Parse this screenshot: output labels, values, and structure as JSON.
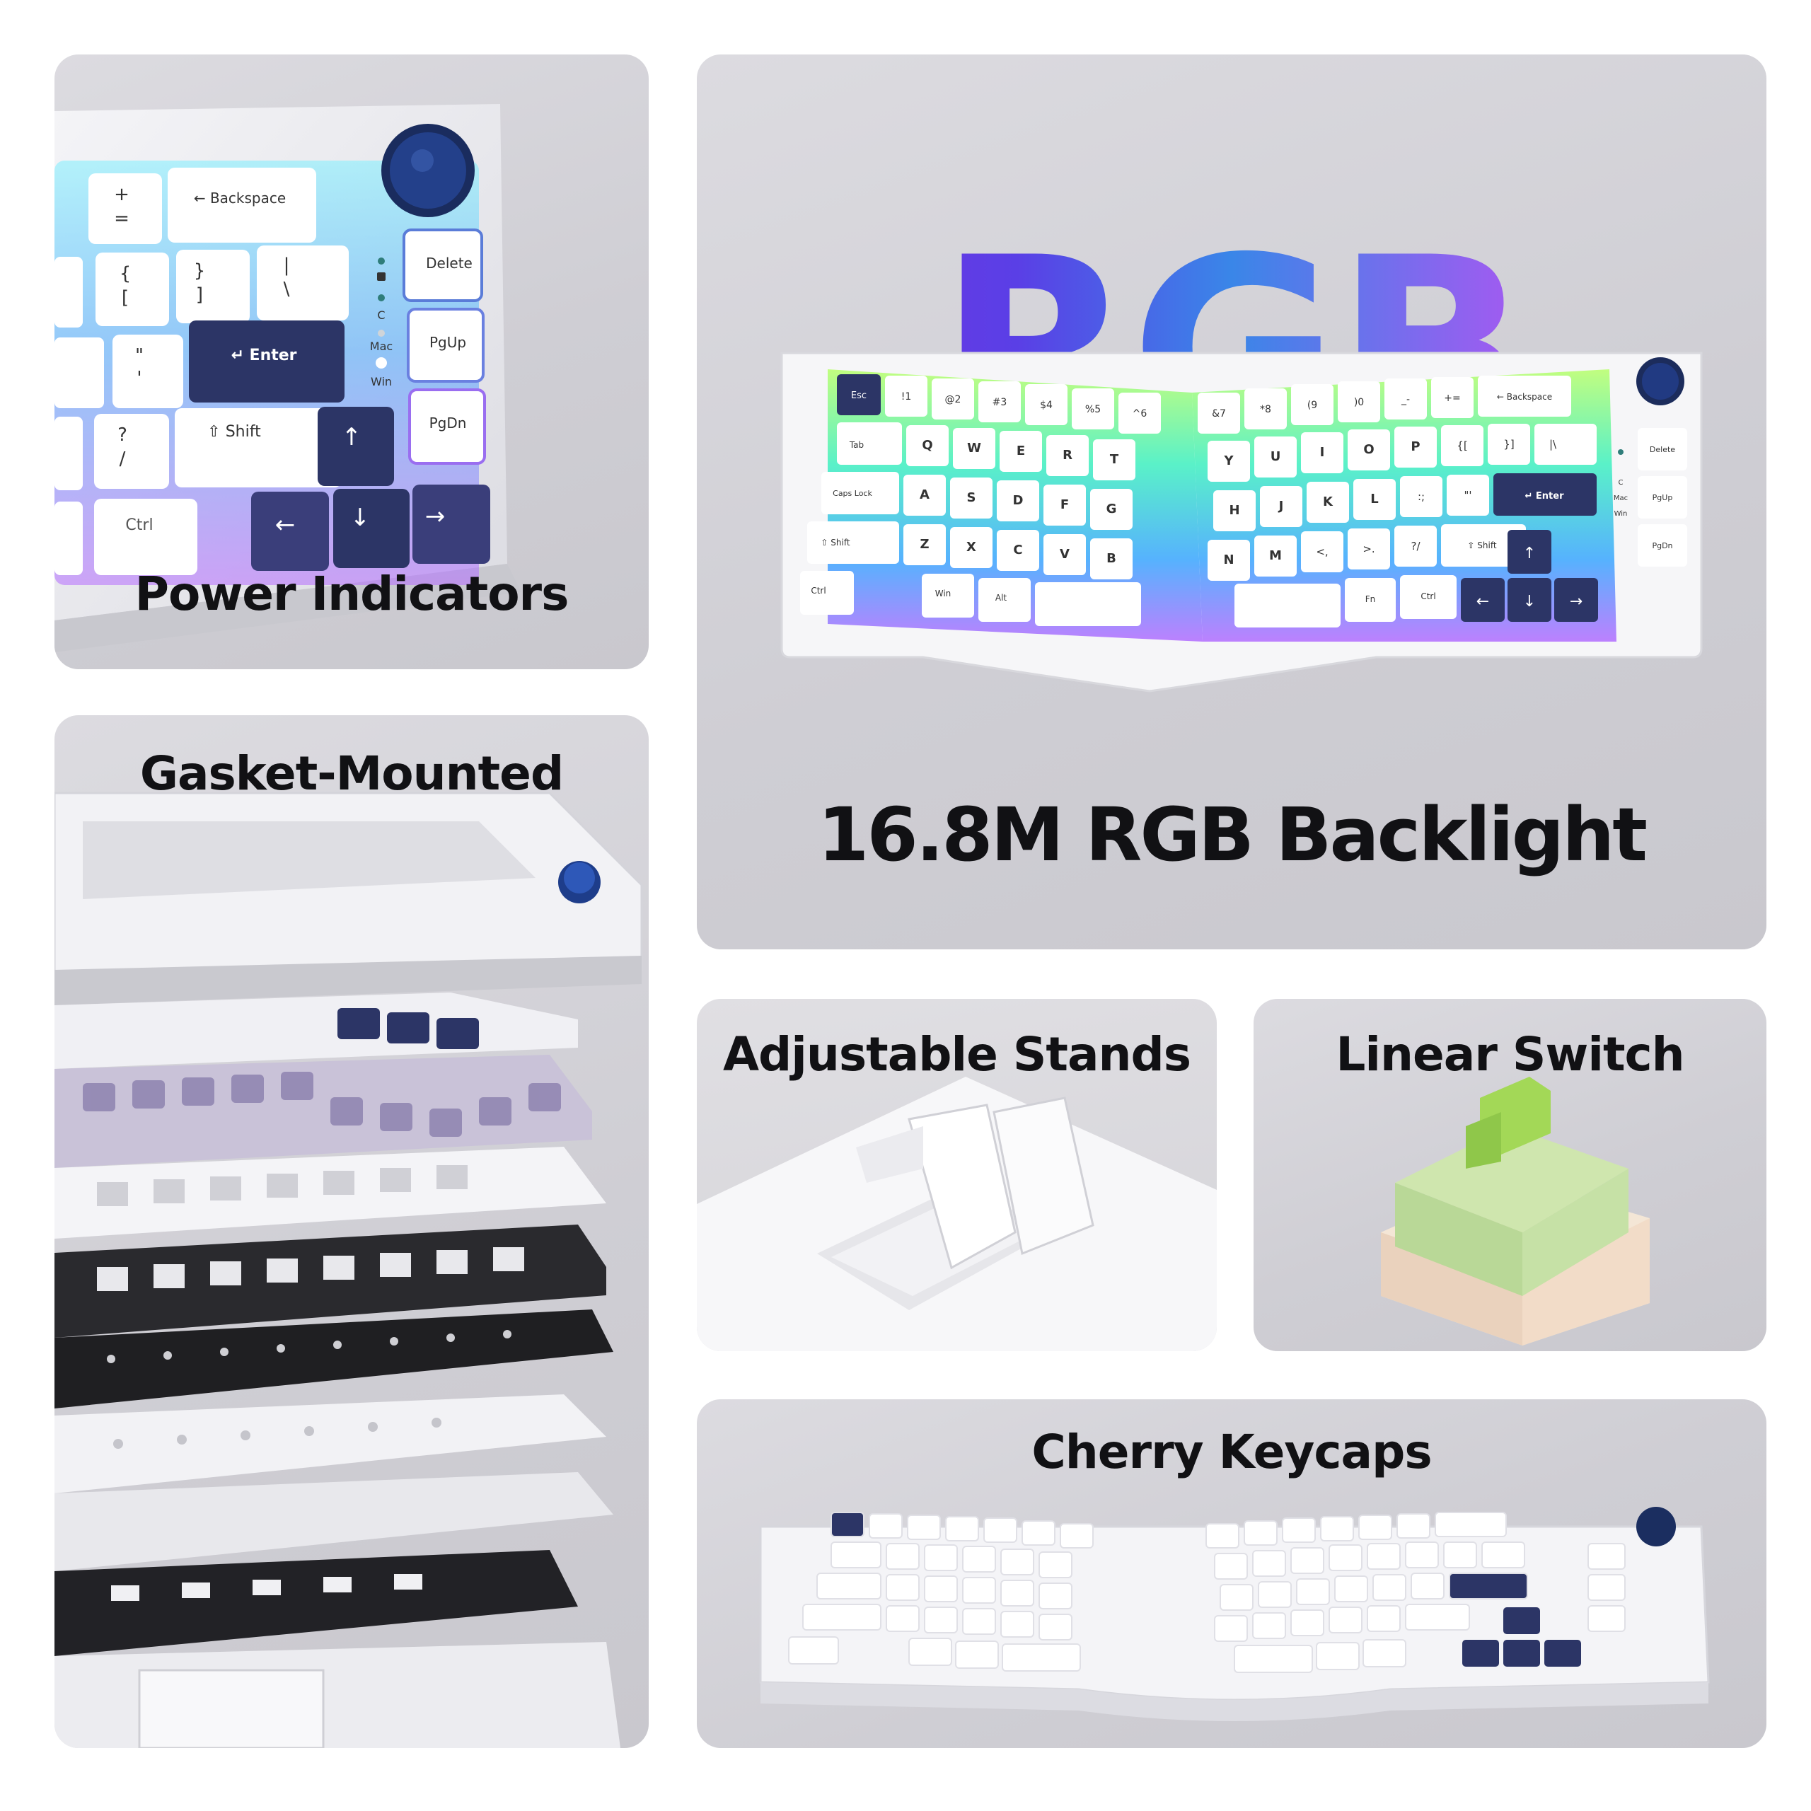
{
  "panels": {
    "power_indicators": {
      "caption": "Power Indicators"
    },
    "rgb": {
      "hero": "RGB",
      "caption": "16.8M RGB Backlight"
    },
    "gasket": {
      "caption": "Gasket-Mounted"
    },
    "stands": {
      "caption": "Adjustable Stands"
    },
    "switch": {
      "caption": "Linear Switch"
    },
    "keycaps": {
      "caption": "Cherry Keycaps"
    }
  },
  "closeup_keys": {
    "backspace": "← Backspace",
    "delete": "Delete",
    "pgup": "PgUp",
    "pgdn": "PgDn",
    "enter": "↵ Enter",
    "shift": "⇧ Shift",
    "ctrl": "Ctrl",
    "plus": "+",
    "equals": "=",
    "brace_top": "{",
    "brace_bottom": "[",
    "brace2_top": "}",
    "brace2_bottom": "]",
    "pipe_top": "|",
    "pipe_bottom": "\\",
    "quote_top": "\"",
    "quote_bottom": "'",
    "q_top": "?",
    "q_bottom": "/",
    "up": "↑",
    "down": "↓",
    "left": "←",
    "right": "→"
  },
  "indicators": {
    "caps": "C",
    "mac": "Mac",
    "win": "Win"
  },
  "hero_keys": {
    "esc": "Esc",
    "tab": "Tab",
    "caps": "Caps Lock",
    "shift_l": "⇧ Shift",
    "ctrl": "Ctrl",
    "win": "Win",
    "alt": "Alt",
    "backspace": "← Backspace",
    "enter": "↵ Enter",
    "shift_r": "⇧ Shift",
    "fn": "Fn",
    "ctrl_r": "Ctrl",
    "delete": "Delete",
    "pgup": "PgUp",
    "pgdn": "PgDn",
    "left_rows": [
      [
        "!1",
        "@2",
        "#3",
        "$4",
        "%5",
        "^6"
      ],
      [
        "Q",
        "W",
        "E",
        "R",
        "T"
      ],
      [
        "A",
        "S",
        "D",
        "F",
        "G"
      ],
      [
        "Z",
        "X",
        "C",
        "V",
        "B"
      ]
    ],
    "right_rows": [
      [
        "&7",
        "*8",
        "(9",
        ")0",
        "_-",
        "+="
      ],
      [
        "Y",
        "U",
        "I",
        "O",
        "P",
        "{[",
        "}]",
        "|\\"
      ],
      [
        "H",
        "J",
        "K",
        "L",
        ":;",
        "\"'"
      ],
      [
        "N",
        "M",
        "<,",
        ">.",
        "?/"
      ]
    ]
  },
  "colors": {
    "panel_bg": "#d3d2d7",
    "text": "#111114",
    "navy_key": "#2c3566",
    "knob": "#1e3a7a",
    "rgb_gradient": [
      "#7b2fe0",
      "#3a86e8",
      "#c87df6"
    ]
  }
}
